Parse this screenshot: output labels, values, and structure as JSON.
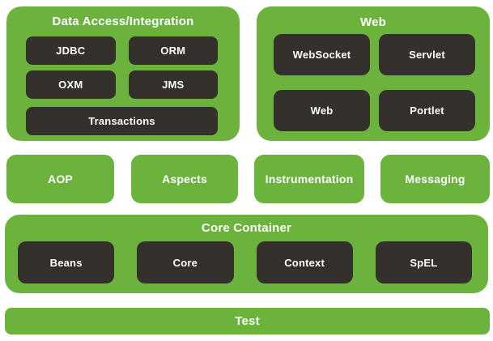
{
  "colors": {
    "green": "#6CB33E",
    "dark": "#34302B",
    "label": "#FFFFFF",
    "background": "#FFFFFF"
  },
  "layers": {
    "data_access": {
      "title": "Data Access/Integration",
      "modules": [
        "JDBC",
        "ORM",
        "OXM",
        "JMS"
      ],
      "wide_module": "Transactions"
    },
    "web": {
      "title": "Web",
      "modules": [
        "WebSocket",
        "Servlet",
        "Web",
        "Portlet"
      ]
    },
    "middle_row": [
      "AOP",
      "Aspects",
      "Instrumentation",
      "Messaging"
    ],
    "core_container": {
      "title": "Core Container",
      "modules": [
        "Beans",
        "Core",
        "Context",
        "SpEL"
      ]
    },
    "test": {
      "title": "Test"
    }
  }
}
